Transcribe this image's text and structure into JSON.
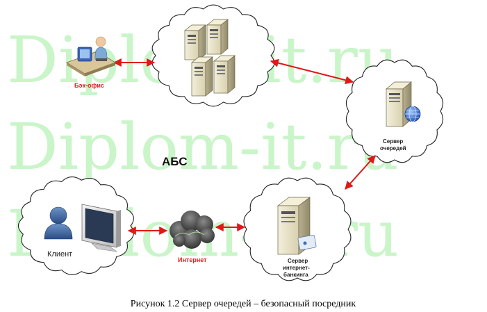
{
  "watermark": {
    "text": "Diplom-it.ru"
  },
  "nodes": {
    "back_office": {
      "label": "Бэк-офис"
    },
    "abs": {
      "label": "АБС"
    },
    "queue_server": {
      "label_line1": "Сервер",
      "label_line2": "очередей"
    },
    "client": {
      "label": "Клиент"
    },
    "internet": {
      "label": "Интернет"
    },
    "ib_server": {
      "label_line1": "Сервер",
      "label_line2": "интернет-",
      "label_line3": "банкинга"
    }
  },
  "caption": "Рисунок 1.2 Сервер очередей – безопасный посредник",
  "colors": {
    "connector": "#e01818",
    "watermark": "#c9f5c9",
    "server_body": "#e9e3c8"
  }
}
